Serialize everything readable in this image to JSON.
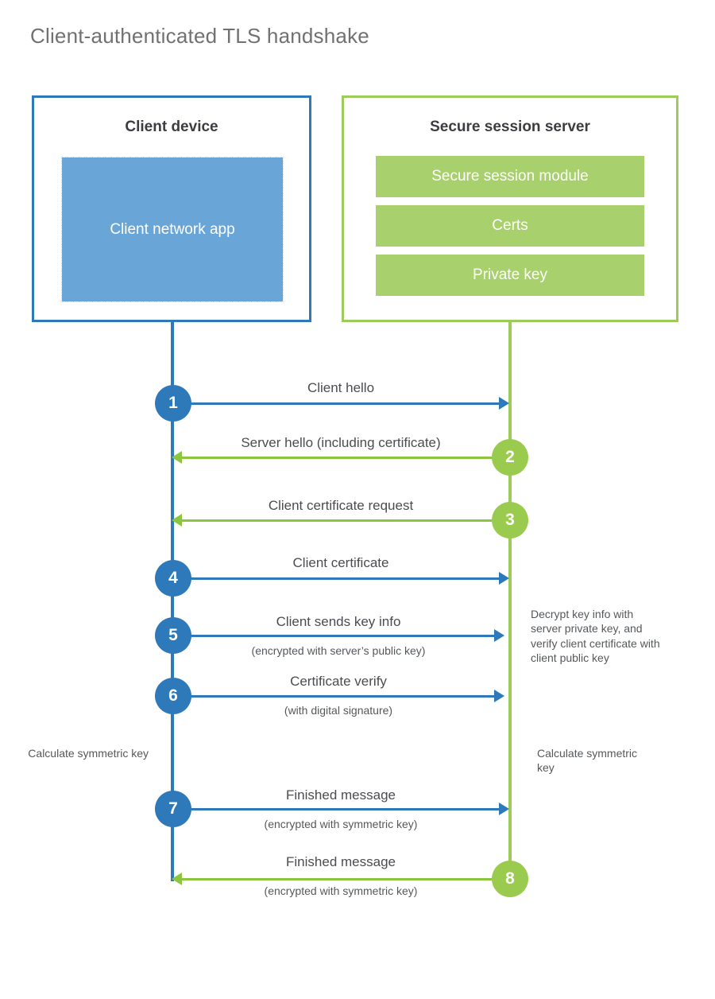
{
  "diagram": {
    "title": "Client-authenticated TLS handshake",
    "colors": {
      "client_blue": "#2e79b9",
      "client_app_fill": "#6aa5d8",
      "server_green": "#9dcc5a",
      "server_module_fill": "#a8d06c",
      "arrow_green": "#8cc63f",
      "title_gray": "#6f7173",
      "text_gray": "#55585b"
    }
  },
  "client": {
    "title": "Client device",
    "app_label": "Client network app"
  },
  "server": {
    "title": "Secure session server",
    "modules": [
      {
        "label": "Secure session module"
      },
      {
        "label": "Certs"
      },
      {
        "label": "Private key"
      }
    ]
  },
  "steps": [
    {
      "number": "1",
      "label": "Client hello",
      "sublabel": "",
      "direction": "client-to-server",
      "color": "blue"
    },
    {
      "number": "2",
      "label": "Server hello (including certificate)",
      "sublabel": "",
      "direction": "server-to-client",
      "color": "green"
    },
    {
      "number": "3",
      "label": "Client certificate request",
      "sublabel": "",
      "direction": "server-to-client",
      "color": "green"
    },
    {
      "number": "4",
      "label": "Client certificate",
      "sublabel": "",
      "direction": "client-to-server",
      "color": "blue"
    },
    {
      "number": "5",
      "label": "Client sends key info",
      "sublabel": "(encrypted with server’s public key)",
      "direction": "client-to-server",
      "color": "blue"
    },
    {
      "number": "6",
      "label": "Certificate verify",
      "sublabel": "(with digital signature)",
      "direction": "client-to-server",
      "color": "blue"
    },
    {
      "number": "7",
      "label": "Finished message",
      "sublabel": "(encrypted with symmetric key)",
      "direction": "client-to-server",
      "color": "blue"
    },
    {
      "number": "8",
      "label": "Finished message",
      "sublabel": "(encrypted with symmetric key)",
      "direction": "server-to-client",
      "color": "green"
    }
  ],
  "notes": {
    "server_decrypt": "Decrypt key info with server private key, and verify client certificate with client public key",
    "client_calculate": "Calculate symmetric key",
    "server_calculate": "Calculate symmetric key"
  }
}
